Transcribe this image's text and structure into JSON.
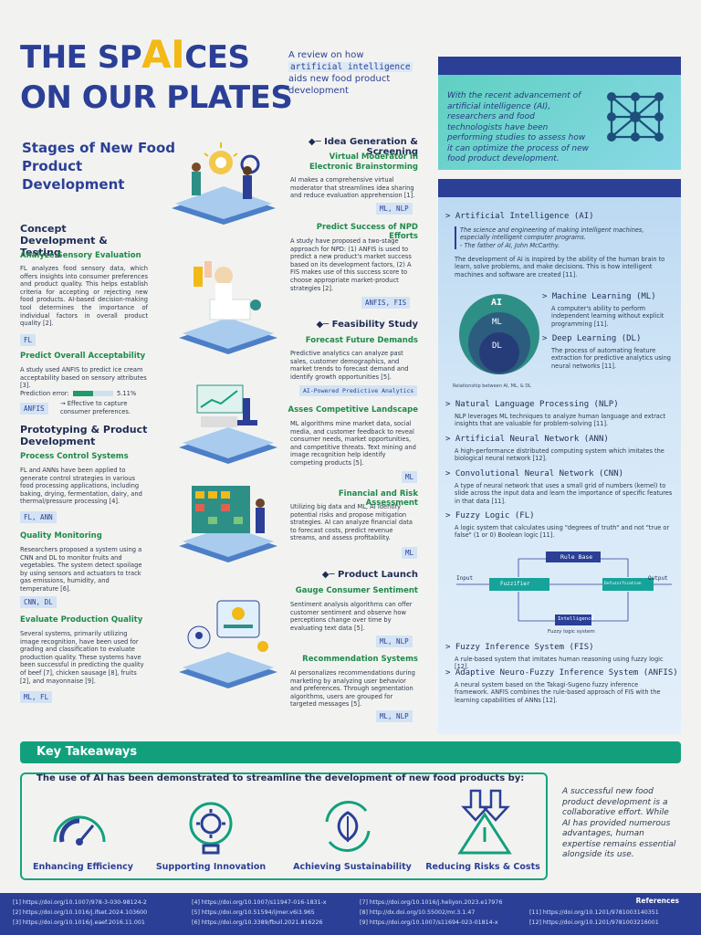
{
  "title": {
    "line1_a": "THE SP",
    "line1_ai": "AI",
    "line1_b": "CES",
    "line2": "ON OUR PLATES"
  },
  "subtitle": {
    "pre": "A review on how",
    "highlight": "artificial intelligence",
    "post": "aids new food product development"
  },
  "intro": "With the recent advancement of artificial intelligence (AI), researchers and food technologists have been performing studies to assess how it can optimize the process of new food product development.",
  "stages_title": "Stages of New Food Product Development",
  "concept": {
    "title": "Concept Development & Testing",
    "s1_title": "Analyze Sensory Evaluation",
    "s1_text": "FL analyzes food sensory data, which offers insights into consumer preferences and product quality. This helps establish criteria for accepting or rejecting new food products. AI-based decision-making tool determines the importance of individual factors in overall product quality [2].",
    "s1_tag": "FL",
    "s2_title": "Predict Overall Acceptability",
    "s2_text": "A study used ANFIS to predict ice cream acceptability based on sensory attributes [3].",
    "pred_label": "Prediction error:",
    "pred_value": "5.11%",
    "pred_fraction": 0.5,
    "s2_tag": "ANFIS",
    "s2_note": "→ Effective to capture consumer preferences."
  },
  "prototyping": {
    "title": "Prototyping & Product Development",
    "s1_title": "Process Control Systems",
    "s1_text": "FL and ANNs have been applied to generate control strategies in various food processing applications, including baking, drying, fermentation, dairy, and thermal/pressure processing [4].",
    "s1_tag": "FL, ANN",
    "s2_title": "Quality Monitoring",
    "s2_text": "Researchers proposed a system using a CNN and DL to monitor fruits and vegetables. The system detect spoilage by using sensors and actuators to track gas emissions, humidity, and temperature [6].",
    "s2_tag": "CNN, DL",
    "s3_title": "Evaluate Production Quality",
    "s3_text": "Several systems, primarily utilizing image recognition, have been used for grading and classification to evaluate production quality. These systems have been successful in predicting the quality of beef [7], chicken sausage [8], fruits [2], and mayonnaise [9].",
    "s3_tag": "ML, FL"
  },
  "idea": {
    "title": "Idea Generation & Screening",
    "s1_title": "Virtual Moderator in Electronic Brainstorming",
    "s1_text": "AI makes a comprehensive virtual moderator that streamlines idea sharing and reduce evaluation apprehension [1].",
    "s1_tag": "ML, NLP",
    "s2_title": "Predict Success of NPD Efforts",
    "s2_text": "A study have proposed a two-stage approach for NPD: (1) ANFIS is used to predict a new product's market success based on its development factors, (2) A FIS makes use of this success score to choose appropriate market-product strategies [2].",
    "s2_tag": "ANFIS, FIS"
  },
  "feasibility": {
    "title": "Feasibility Study",
    "s1_title": "Forecast Future Demands",
    "s1_text": "Predictive analytics can analyze past sales, customer demographics, and market trends to forecast demand and identify growth opportunities [5].",
    "s1_tag": "AI-Powered Predictive Analytics",
    "s2_title": "Asses Competitive Landscape",
    "s2_text": "ML algorithms mine market data, social media, and customer feedback to reveal consumer needs, market opportunities, and competitive threats. Text mining and image recognition help identify competing products [5].",
    "s2_tag": "ML",
    "s3_title": "Financial and Risk Assessment",
    "s3_text": "Utilizing big data and ML, AI identify potential risks and propose mitigation strategies. AI can analyze financial data to forecast costs, predict revenue streams, and assess profitability.",
    "s3_tag": "ML"
  },
  "launch": {
    "title": "Product Launch",
    "s1_title": "Gauge Consumer Sentiment",
    "s1_text": "Sentiment analysis algorithms can offer customer sentiment and observe how perceptions change over time by evaluating text data [5].",
    "s1_tag": "ML, NLP",
    "s2_title": "Recommendation Systems",
    "s2_text": "AI personalizes recommendations during marketing by analyzing user behavior and preferences. Through segmentation algorithms, users are grouped for targeted messages [5].",
    "s2_tag": "ML, NLP"
  },
  "glossary": {
    "ai_title": "> Artificial Intelligence (AI)",
    "ai_quote": "The science and engineering of making intelligent machines, especially intelligent computer programs.",
    "ai_quote_author": "- The father of AI, John McCarthy.",
    "ai_text": "The development of AI is inspired by the ability of the human brain to learn, solve problems, and make decisions. This is how intelligent machines and software are created [11].",
    "venn_ai": "AI",
    "venn_ml": "ML",
    "venn_dl": "DL",
    "venn_caption": "Relationship between AI, ML, & DL",
    "ml_title": "> Machine Learning (ML)",
    "ml_text": "A computer's ability to perform independent learning without explicit programming [11].",
    "dl_title": "> Deep Learning (DL)",
    "dl_text": "The process of automating feature extraction for predictive analytics using neural networks [11].",
    "nlp_title": "> Natural Language Processing (NLP)",
    "nlp_text": "NLP leverages ML techniques to analyze human language and extract insights that are valuable for problem-solving [11].",
    "ann_title": "> Artificial Neural Network (ANN)",
    "ann_text": "A high-performance distributed computing system which imitates the biological neural network [12].",
    "cnn_title": "> Convolutional Neural Network (CNN)",
    "cnn_text": "A type of neural network that uses a small grid of numbers (kernel) to slide across the input data and learn the importance of specific features in that data [11].",
    "fl_title": "> Fuzzy Logic (FL)",
    "fl_text": "A logic system that calculates using \"degrees of truth\" and not \"true or false\" (1 or 0) Boolean logic [11].",
    "fuzzy_rule_base": "Rule Base",
    "fuzzy_input": "Input",
    "fuzzy_fuzzifier": "Fuzzifier",
    "fuzzy_defuzz": "Defuzzification",
    "fuzzy_output": "Output",
    "fuzzy_intelligence": "Intelligence",
    "fuzzy_caption": "Fuzzy logic system",
    "fis_title": "> Fuzzy Inference System (FIS)",
    "fis_text": "A rule-based system that imitates human reasoning using fuzzy logic [12].",
    "anfis_title": "> Adaptive Neuro-Fuzzy Inference System (ANFIS)",
    "anfis_text": "A neural system based on the Takagi-Sugeno fuzzy inference framework. ANFIS combines the rule-based approach of FIS with the learning capabilities of ANNs [12]."
  },
  "takeaways": {
    "title": "Key Takeaways",
    "heading": "The use of AI has been demonstrated to streamline the development of new food products by:",
    "items": [
      {
        "label": "Enhancing Efficiency",
        "icon": "gauge-icon"
      },
      {
        "label": "Supporting Innovation",
        "icon": "lightbulb-gear-icon"
      },
      {
        "label": "Achieving Sustainability",
        "icon": "leaves-cycle-icon"
      },
      {
        "label": "Reducing Risks & Costs",
        "icon": "arrows-down-icon"
      }
    ],
    "side_text": "A successful new food product development is a collaborative effort. While AI has provided numerous advantages, human expertise remains essential alongside its use."
  },
  "references": {
    "title": "References",
    "items": [
      "[1] https://doi.org/10.1007/978-3-030-98124-2",
      "[2] https://doi.org/10.1016/j.ifset.2024.103600",
      "[3] https://doi.org/10.1016/j.eaef.2016.11.001",
      "[4] https://doi.org/10.1007/s11947-016-1831-x",
      "[5] https://doi.org/10.51594/ijmer.v6i3.965",
      "[6] https://doi.org/10.3389/fbuil.2021.816226",
      "[7] https://doi.org/10.1016/j.heliyon.2023.e17976",
      "[8] http://dx.doi.org/10.55002/mr.3.1.47",
      "[9] https://doi.org/10.1007/s11694-023-01814-x",
      "[11] https://doi.org/10.1201/9781003140351",
      "[12] https://doi.org/10.1201/9781003216001"
    ]
  },
  "colors": {
    "navy": "#2b3f96",
    "green": "#1f8a4a",
    "teal": "#12a07c",
    "gold": "#f2b917"
  }
}
